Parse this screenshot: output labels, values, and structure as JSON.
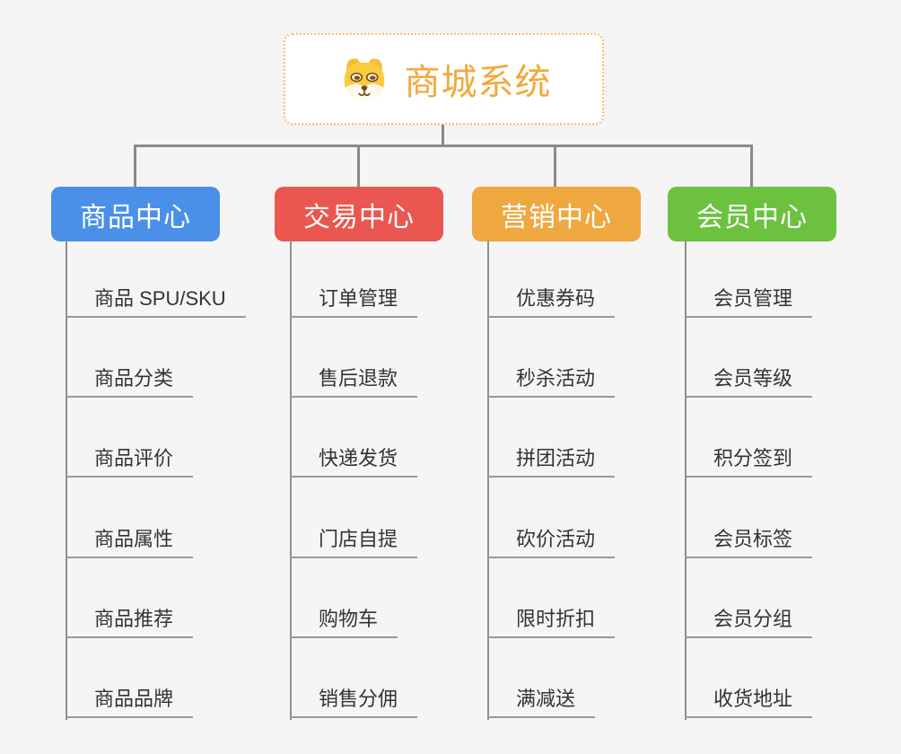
{
  "page": {
    "background_color": "#f5f5f6",
    "connector_color": "#8a8a8a",
    "leaf_underline_color": "#999999",
    "leaf_text_color": "#333333"
  },
  "root": {
    "title": "商城系统",
    "title_color": "#f2a93c",
    "border_color": "#f6c06a",
    "icon": "shiba-dog-icon"
  },
  "branches": [
    {
      "label": "商品中心",
      "color": "#4a90e8",
      "items": [
        "商品 SPU/SKU",
        "商品分类",
        "商品评价",
        "商品属性",
        "商品推荐",
        "商品品牌"
      ]
    },
    {
      "label": "交易中心",
      "color": "#ea5750",
      "items": [
        "订单管理",
        "售后退款",
        "快递发货",
        "门店自提",
        "购物车",
        "销售分佣"
      ]
    },
    {
      "label": "营销中心",
      "color": "#efa73f",
      "items": [
        "优惠券码",
        "秒杀活动",
        "拼团活动",
        "砍价活动",
        "限时折扣",
        "满减送"
      ]
    },
    {
      "label": "会员中心",
      "color": "#6cc23e",
      "items": [
        "会员管理",
        "会员等级",
        "积分签到",
        "会员标签",
        "会员分组",
        "收货地址"
      ]
    }
  ]
}
